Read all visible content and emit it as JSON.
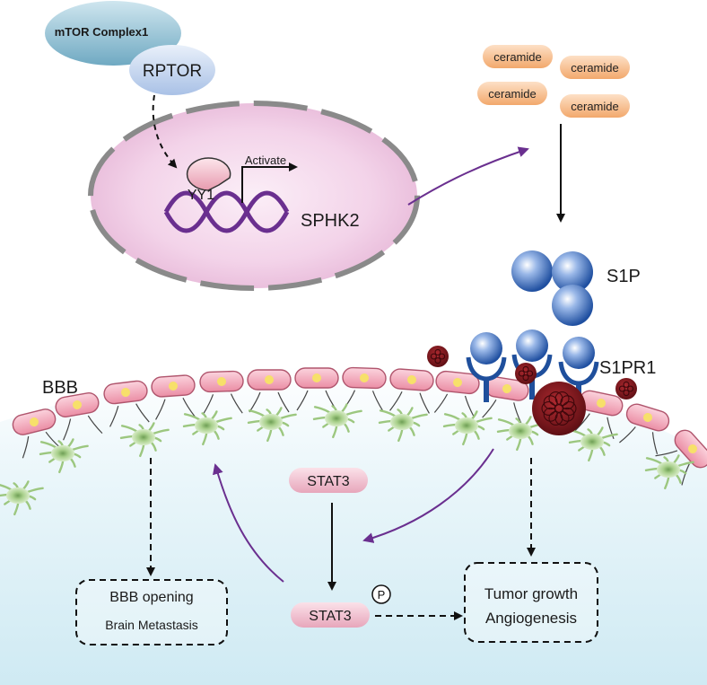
{
  "nucleus": {
    "mtor_complex": "mTOR Complex1",
    "rptor": "RPTOR",
    "yy1": "YY1",
    "activate": "Activate",
    "sphk2": "SPHK2"
  },
  "ceramides": [
    "ceramide",
    "ceramide",
    "ceramide",
    "ceramide"
  ],
  "s1p": "S1P",
  "s1pr1": "S1PR1",
  "bbb": "BBB",
  "stat3": "STAT3",
  "stat3_phospho": "STAT3",
  "phospho": "P",
  "outcomes": {
    "left_line1": "BBB opening",
    "left_line2": "Brain Metastasis",
    "right_line1": "Tumor growth",
    "right_line2": "Angiogenesis"
  },
  "colors": {
    "nucleus_fill": "#f2cde6",
    "membrane_dash": "#8a8a8a",
    "dna": "#6a2f8f",
    "pathway_arrow": "#6a2f8f",
    "ceramide": "#f5b884",
    "s1p_sphere": "#2f63b8",
    "receptor": "#1f4f9c",
    "endothelial_cell": "#f2a7b8",
    "nucleus_dot": "#f7e06a",
    "astrocyte": "#a9cf8c",
    "tumor": "#7a1a1f",
    "brain_tissue": "#d6eef5",
    "stat3_pill": "#f2c0cf"
  }
}
